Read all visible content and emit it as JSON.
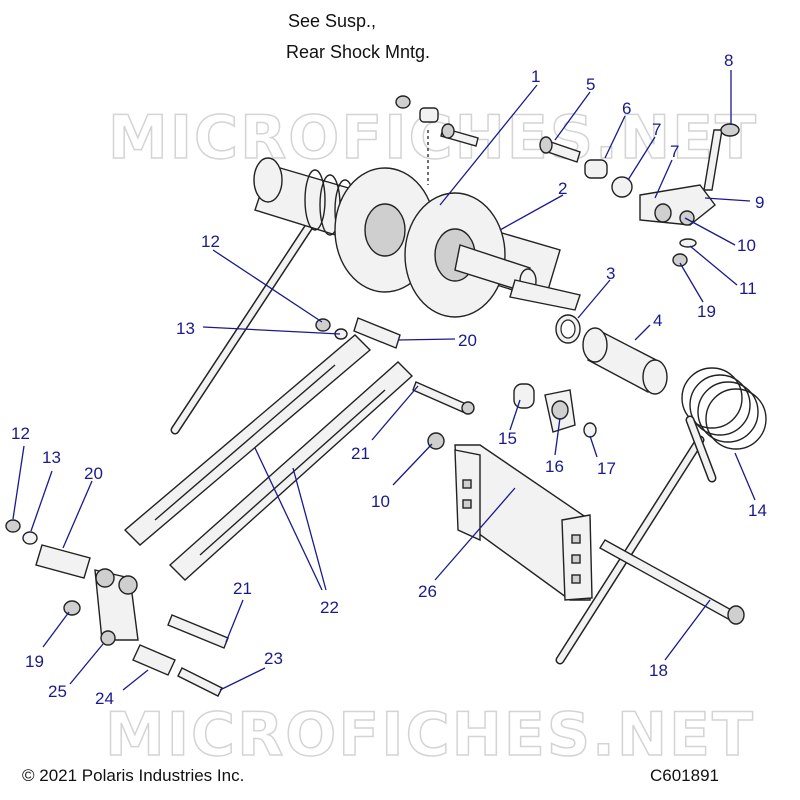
{
  "watermark": "MICROFICHES.NET",
  "note_lines": [
    "See Susp.,",
    "Rear Shock Mntg."
  ],
  "copyright": "© 2021 Polaris Industries Inc.",
  "figure_code": "C601891",
  "callouts": [
    "1",
    "2",
    "3",
    "4",
    "5",
    "6",
    "7",
    "7",
    "8",
    "9",
    "10",
    "11",
    "19",
    "12",
    "13",
    "20",
    "21",
    "15",
    "16",
    "17",
    "10",
    "14",
    "12",
    "13",
    "20",
    "22",
    "26",
    "21",
    "19",
    "25",
    "24",
    "23",
    "18"
  ]
}
